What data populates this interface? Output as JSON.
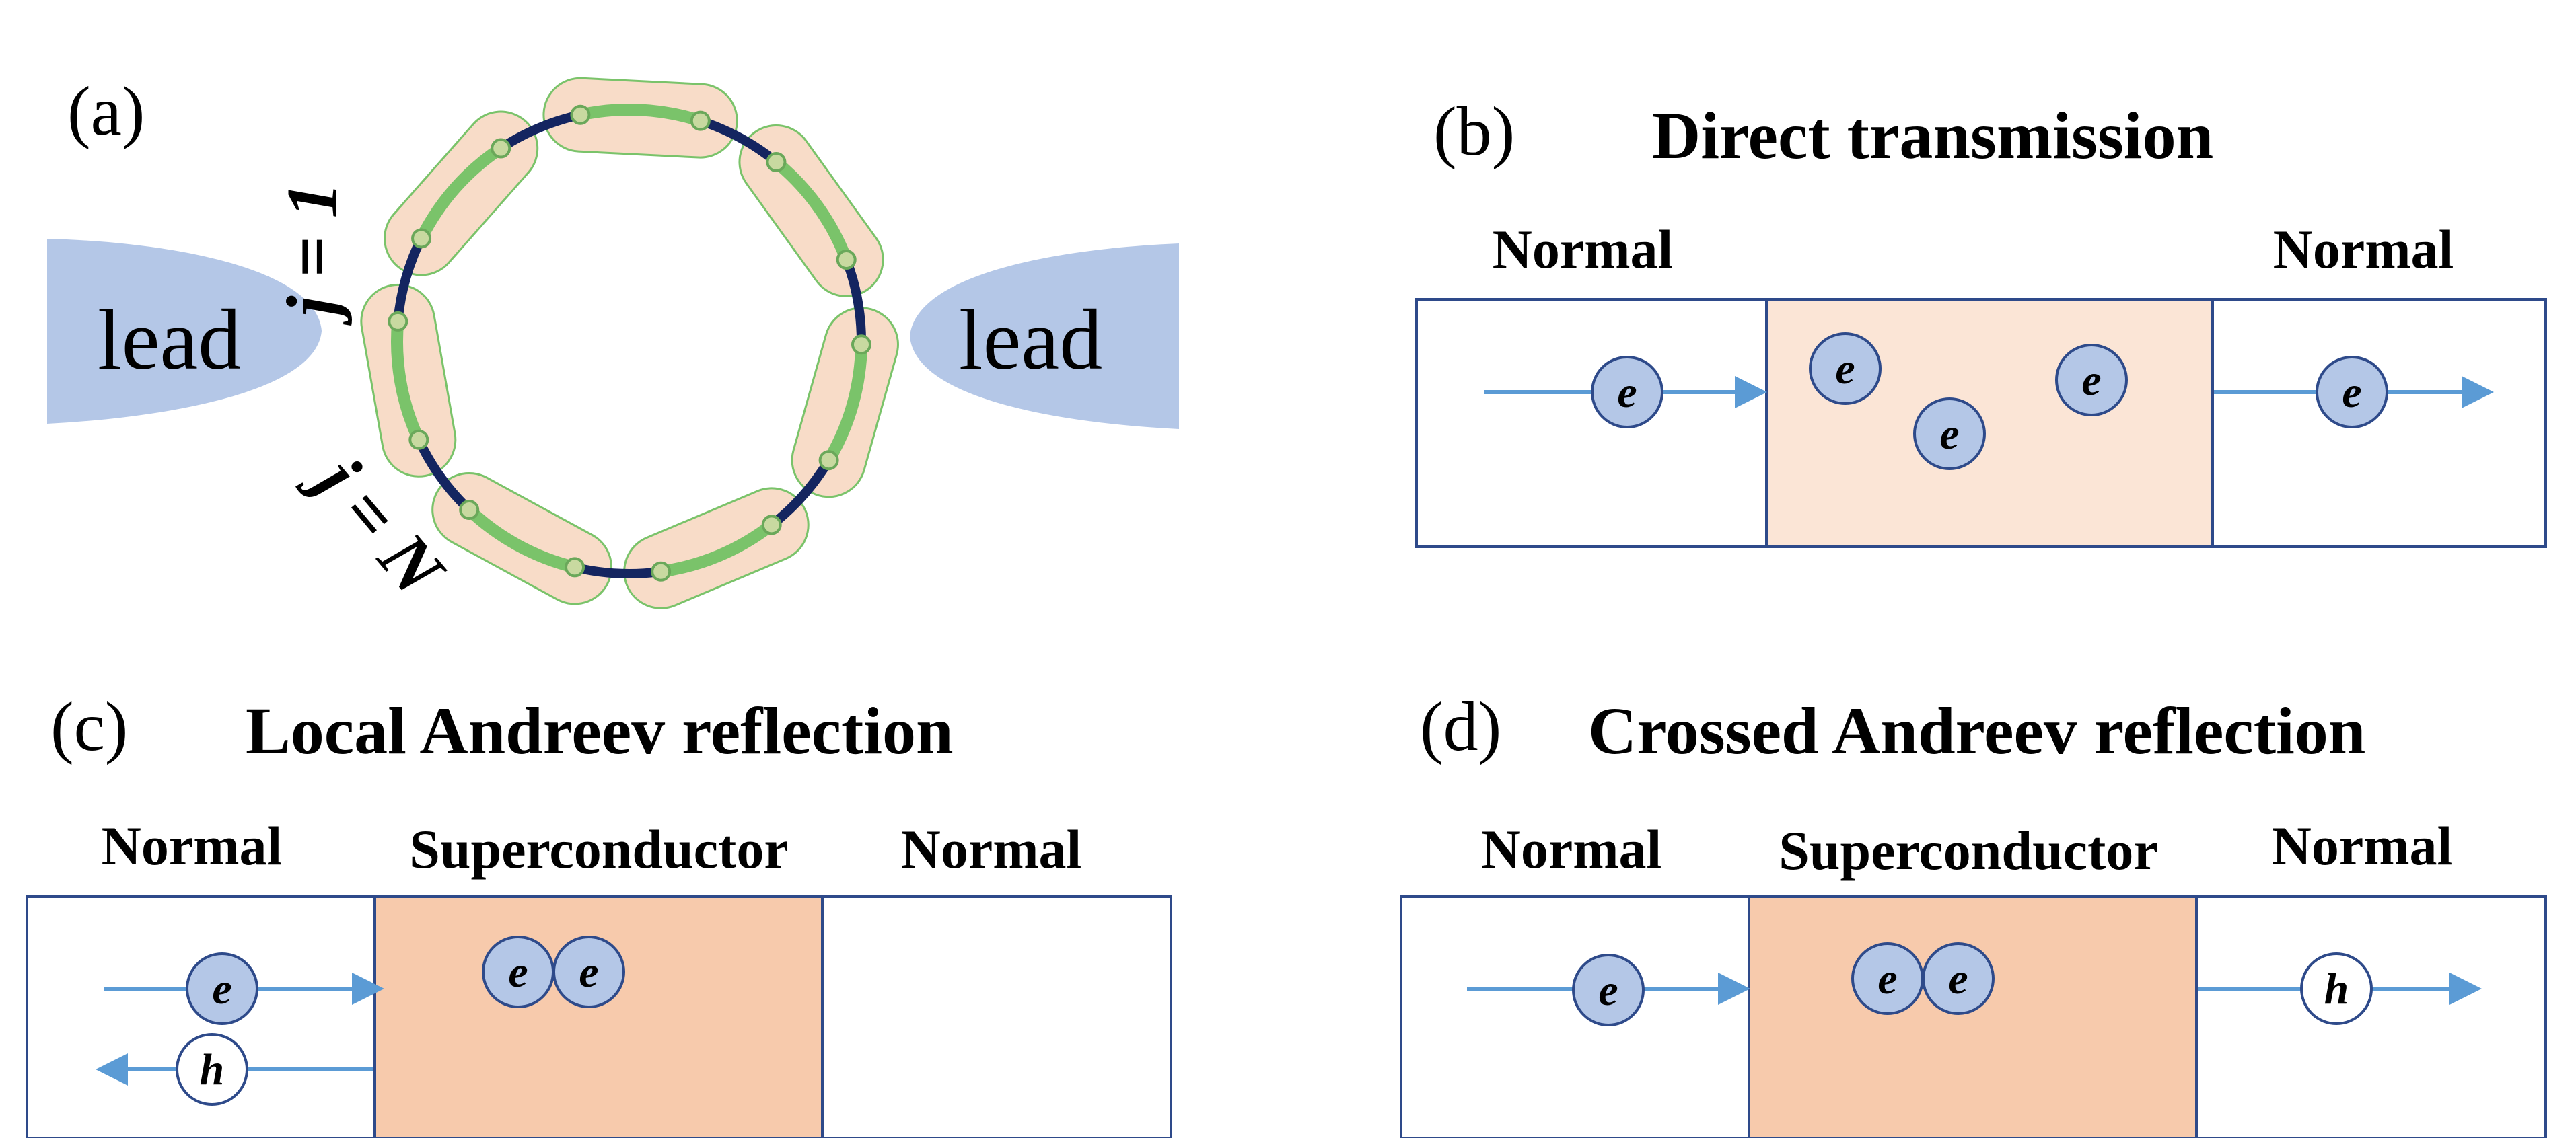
{
  "colors": {
    "lead": "#b4c7e7",
    "ring": "#142560",
    "bond": "#7ac36a",
    "bond_fill": "#f8dcc8",
    "site": "#c8d9a0",
    "box_border": "#2e4a8a",
    "arrow": "#5b9bd5",
    "electron": "#b4c7e7",
    "hole": "#ffffff",
    "sc_light": "#fbe5d6",
    "sc_dark": "#f7caac"
  },
  "panel_a": {
    "label": "(a)",
    "lead_left": "lead",
    "lead_right": "lead",
    "j_first": "j = 1",
    "j_last": "j = N",
    "bond_count": 7
  },
  "panel_b": {
    "label": "(b)",
    "title": "Direct transmission",
    "left_label": "Normal",
    "middle_label": "",
    "right_label": "Normal",
    "particles": [
      "e",
      "e",
      "e",
      "e",
      "e"
    ]
  },
  "panel_c": {
    "label": "(c)",
    "title": "Local Andreev reflection",
    "left_label": "Normal",
    "middle_label": "Superconductor",
    "right_label": "Normal",
    "incoming": "e",
    "reflected": "h",
    "pair": [
      "e",
      "e"
    ]
  },
  "panel_d": {
    "label": "(d)",
    "title": "Crossed Andreev reflection",
    "left_label": "Normal",
    "middle_label": "Superconductor",
    "right_label": "Normal",
    "incoming": "e",
    "transmitted": "h",
    "pair": [
      "e",
      "e"
    ]
  }
}
